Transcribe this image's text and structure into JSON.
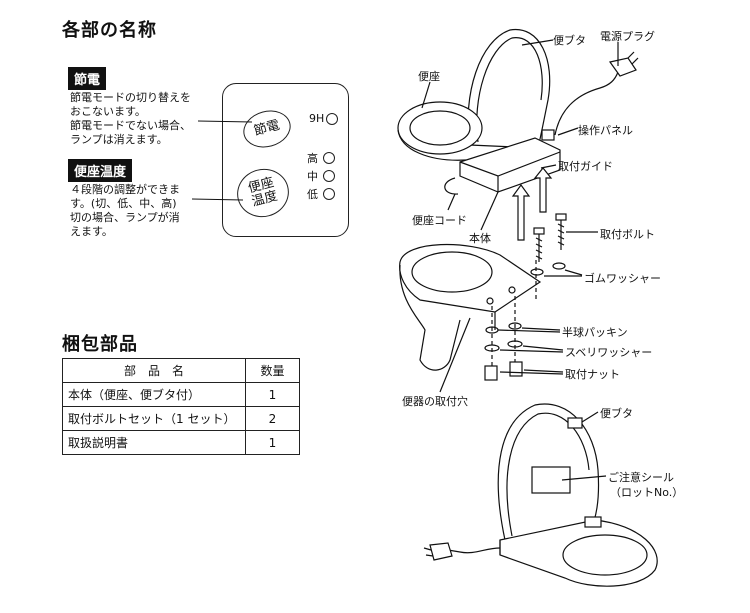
{
  "names_section": {
    "title": "各部の名称",
    "power_save": {
      "tag": "節電",
      "description": "節電モードの切り替えを\nおこないます。\n節電モードでない場合、\nランプは消えます。"
    },
    "seat_temp": {
      "tag": "便座温度",
      "description": "４段階の調整ができま\nす。(切、低、中、高)\n切の場合、ランプが消\nえます。"
    },
    "panel": {
      "power_button": "節電",
      "timer_label": "9H",
      "temp_button": "便座\n温度",
      "levels": [
        "高",
        "中",
        "低"
      ]
    }
  },
  "packing_section": {
    "title": "梱包部品",
    "headers": [
      "部　品　名",
      "数量"
    ],
    "rows": [
      {
        "name": "本体（便座、便ブタ付）",
        "qty": "1"
      },
      {
        "name": "取付ボルトセット（1 セット）",
        "qty": "2"
      },
      {
        "name": "取扱説明書",
        "qty": "1"
      }
    ]
  },
  "diagram_labels": {
    "lid": "便ブタ",
    "power_plug": "電源プラグ",
    "seat": "便座",
    "control_panel": "操作パネル",
    "mount_guide": "取付ガイド",
    "seat_cord": "便座コード",
    "body": "本体",
    "mount_bolt": "取付ボルト",
    "rubber_washer": "ゴムワッシャー",
    "half_packing": "半球パッキン",
    "slip_washer": "スベリワッシャー",
    "mount_nut": "取付ナット",
    "toilet_hole": "便器の取付穴",
    "lid2": "便ブタ",
    "caution_seal": "ご注意シール",
    "lot_no": "（ロットNo.）"
  }
}
